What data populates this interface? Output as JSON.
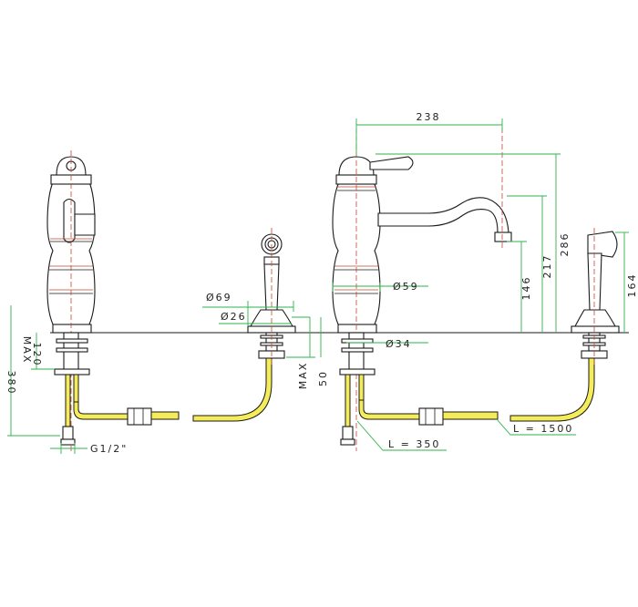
{
  "labels": {
    "d69": "Ø69",
    "d26": "Ø26",
    "d59": "Ø59",
    "d34": "Ø34",
    "v120": "120",
    "max_left": "MAX",
    "v380": "380",
    "g12": "G1/2\"",
    "v50": "50",
    "max_right": "MAX",
    "v238": "238",
    "v286": "286",
    "v217": "217",
    "v146": "146",
    "v164": "164",
    "l350": "L = 350",
    "l1500": "L = 1500"
  },
  "colors": {
    "dimension": "#2fb34a",
    "center": "#c3472d",
    "hose": "#f5ec5a",
    "outline": "#1a1a1a"
  }
}
